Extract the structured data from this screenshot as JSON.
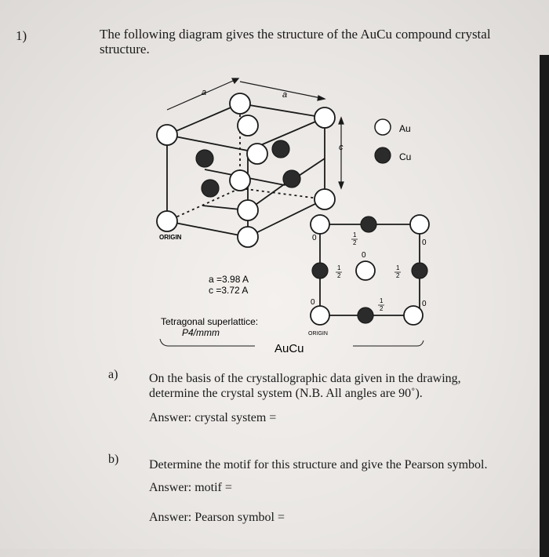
{
  "question": {
    "number": "1)",
    "intro": "The following diagram gives the structure of the AuCu compound crystal structure."
  },
  "diagram": {
    "axis_a1": "a",
    "axis_a2": "a",
    "axis_c": "c",
    "origin_left": "ORIGIN",
    "origin_right": "ORIGIN",
    "legend": {
      "au": "Au",
      "cu": "Cu"
    },
    "params": {
      "a": "a =3.98 A",
      "c": "c =3.72 A"
    },
    "superlattice_label": "Tetragonal superlattice:",
    "space_group": "P4/mmm",
    "compound": "AuCu",
    "heights": {
      "zero": "0",
      "half_num": "1",
      "half_den": "2"
    }
  },
  "parts": [
    {
      "label": "a)",
      "text": "On the basis of the crystallographic data given in the drawing, determine the crystal system (N.B. All angles are 90˚).",
      "answer": "Answer: crystal system ="
    },
    {
      "label": "b)",
      "text": "Determine the motif for this structure and give the Pearson symbol.",
      "answer1": "Answer: motif =",
      "answer2": "Answer: Pearson symbol ="
    }
  ],
  "colors": {
    "cu_atom": "#2b2b2b",
    "au_atom": "#ffffff",
    "line": "#1a1a1a"
  }
}
